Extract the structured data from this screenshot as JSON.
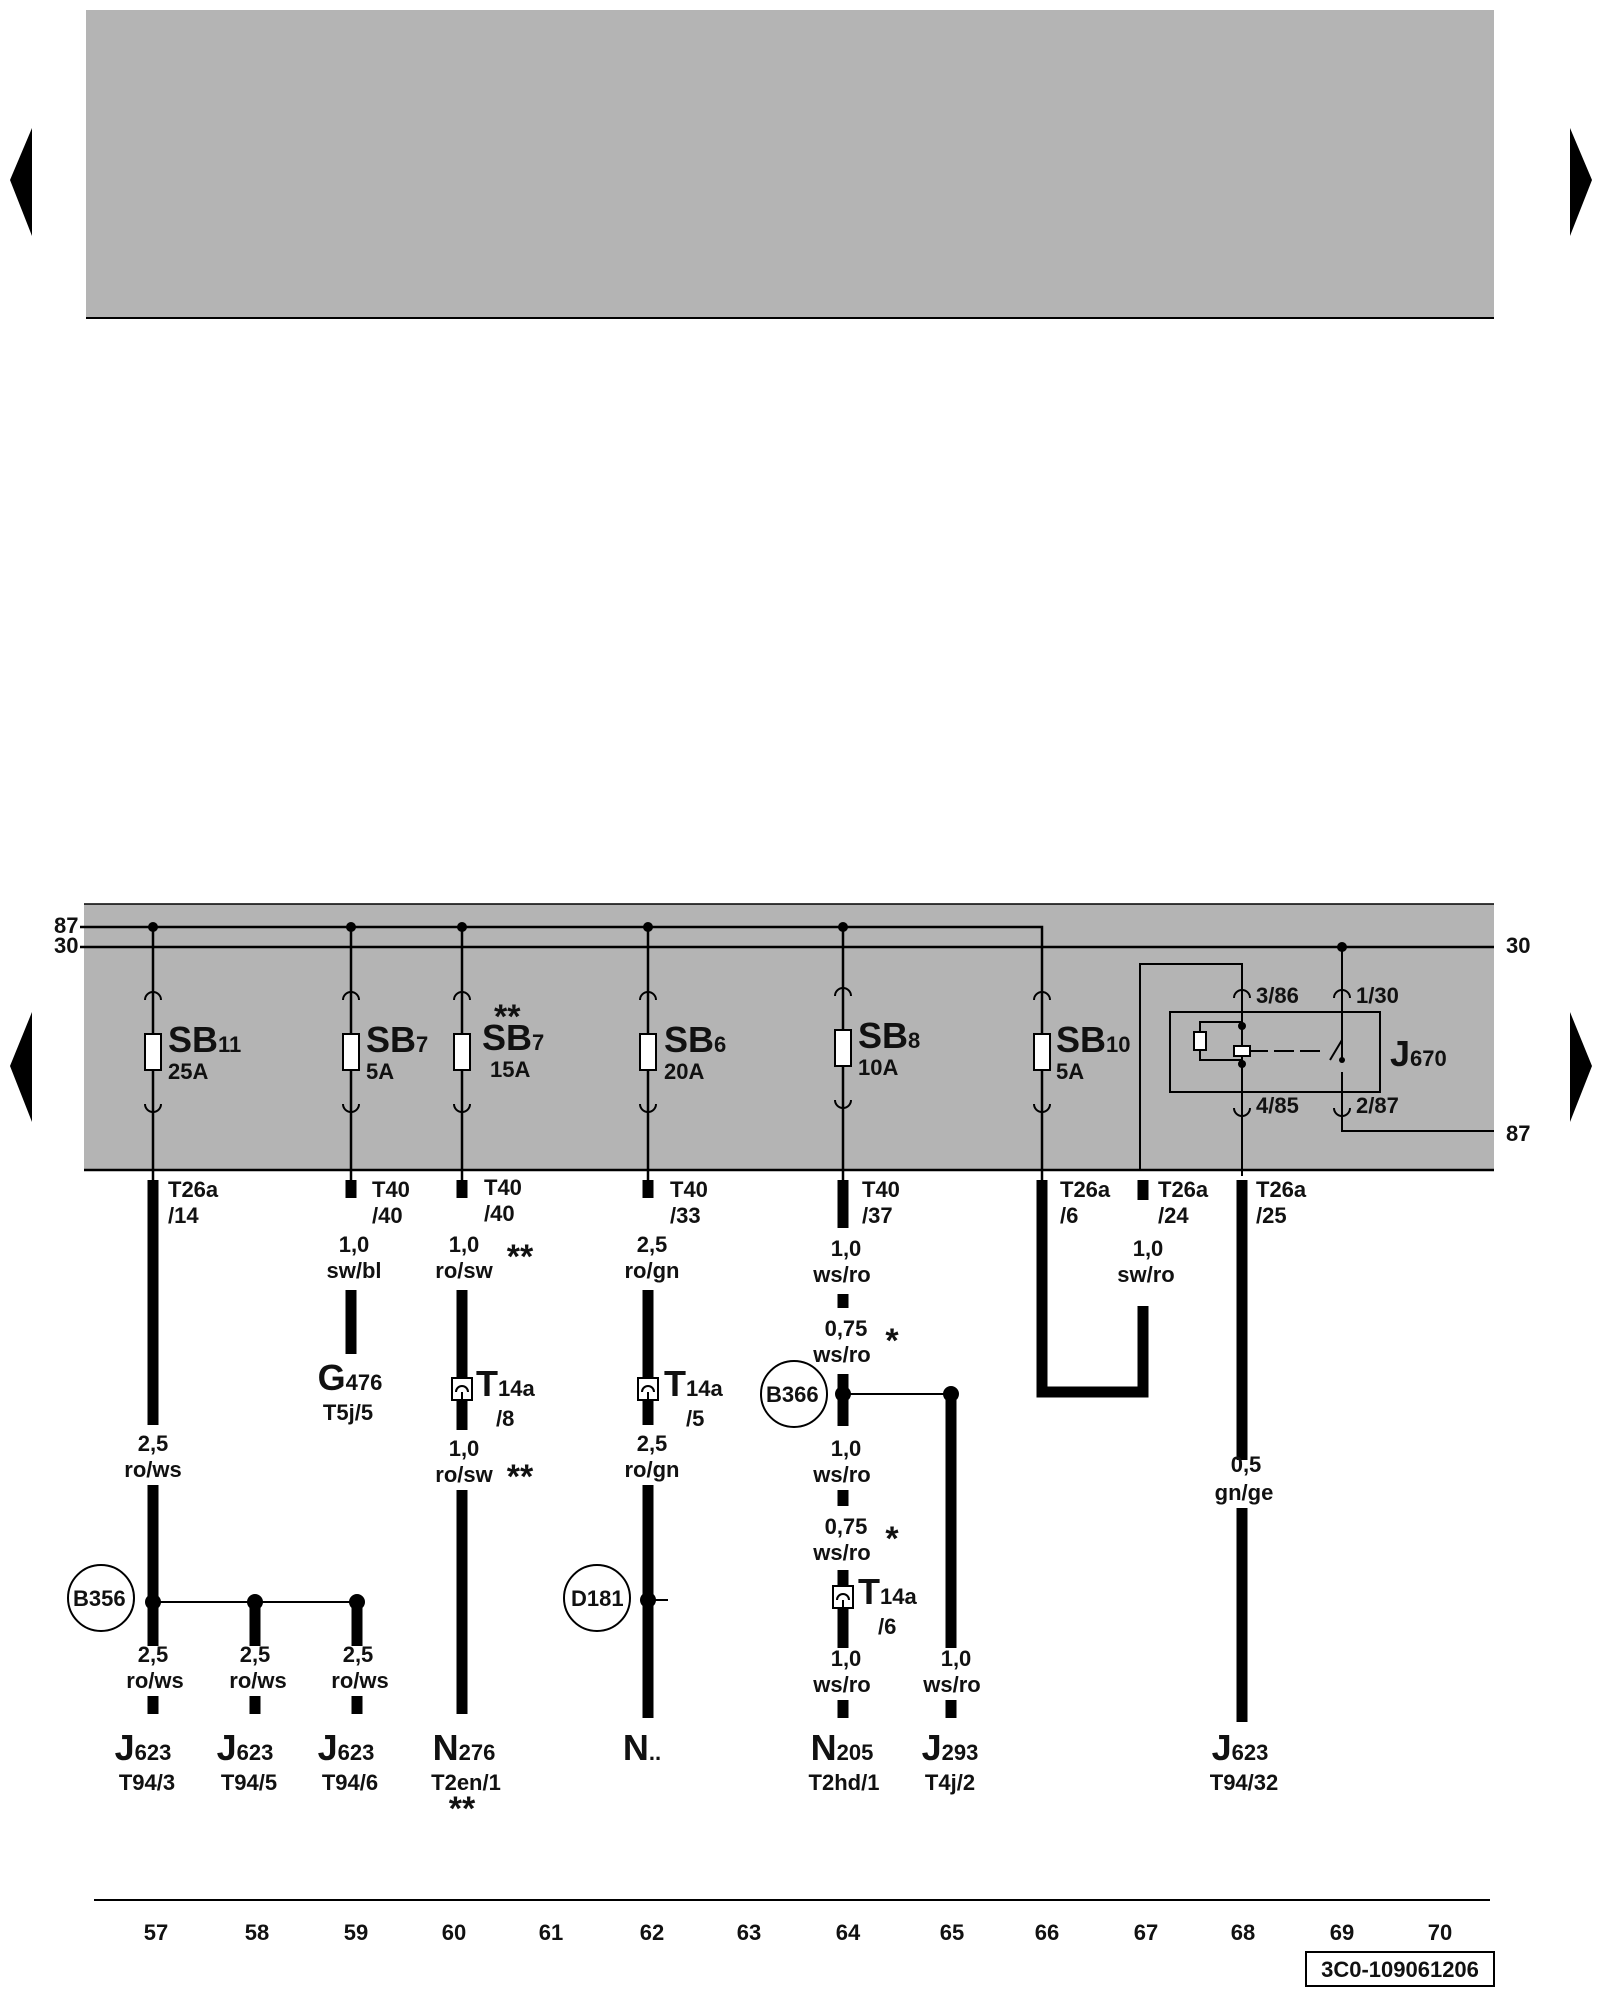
{
  "navigation": {
    "prev_arrow_icon": "triangle-left",
    "next_arrow_icon": "triangle-right"
  },
  "rails": {
    "r87_left": "87",
    "r30_left": "30",
    "r30_right": "30",
    "r87_right": "87"
  },
  "fuses": [
    {
      "name": "SB",
      "sub": "11",
      "amp": "25A"
    },
    {
      "name": "SB",
      "sub": "7",
      "amp": "5A"
    },
    {
      "name": "SB",
      "sub": "7",
      "amp": "15A",
      "mark": "**"
    },
    {
      "name": "SB",
      "sub": "6",
      "amp": "20A"
    },
    {
      "name": "SB",
      "sub": "8",
      "amp": "10A"
    },
    {
      "name": "SB",
      "sub": "10",
      "amp": "5A"
    }
  ],
  "relay": {
    "name": "J",
    "sub": "670",
    "pin86": "3/86",
    "pin30": "1/30",
    "pin85": "4/85",
    "pin87": "2/87"
  },
  "connectors": {
    "c57_a": "T26a",
    "c57_b": "/14",
    "c59_a": "T40",
    "c59_b": "/40",
    "c60_a": "T40",
    "c60_b": "/40",
    "c62_a": "T40",
    "c62_b": "/33",
    "c64_a": "T40",
    "c64_b": "/37",
    "c66_a": "T26a",
    "c66_b": "/6",
    "c67_a": "T26a",
    "c67_b": "/24",
    "c68_a": "T26a",
    "c68_b": "/25"
  },
  "wires": {
    "w59_size": "1,0",
    "w59_color": "sw/bl",
    "w60a_size": "1,0",
    "w60a_color": "ro/sw",
    "w60a_mark": "**",
    "w62a_size": "2,5",
    "w62a_color": "ro/gn",
    "w64a_size": "1,0",
    "w64a_color": "ws/ro",
    "w64b_size": "0,75",
    "w64b_color": "ws/ro",
    "w64b_mark": "*",
    "w67_size": "1,0",
    "w67_color": "sw/ro",
    "w57_size": "2,5",
    "w57_color": "ro/ws",
    "w60b_size": "1,0",
    "w60b_color": "ro/sw",
    "w60b_mark": "**",
    "w62b_size": "2,5",
    "w62b_color": "ro/gn",
    "w64c_size": "1,0",
    "w64c_color": "ws/ro",
    "w64d_size": "0,75",
    "w64d_color": "ws/ro",
    "w64d_mark": "*",
    "w68_size": "0,5",
    "w68_color": "gn/ge",
    "w57b_size": "2,5",
    "w57b_color": "ro/ws",
    "w58_size": "2,5",
    "w58_color": "ro/ws",
    "w59b_size": "2,5",
    "w59b_color": "ro/ws",
    "w64e_size": "1,0",
    "w64e_color": "ws/ro",
    "w65_size": "1,0",
    "w65_color": "ws/ro"
  },
  "inline_connectors": {
    "t60_name": "T",
    "t60_sub": "14a",
    "t60_pin": "/8",
    "t62_name": "T",
    "t62_sub": "14a",
    "t62_pin": "/5",
    "t64_name": "T",
    "t64_sub": "14a",
    "t64_pin": "/6"
  },
  "junctions": {
    "b356": "B356",
    "d181": "D181",
    "b366": "B366"
  },
  "components": [
    {
      "id": "g476",
      "letter": "G",
      "sub": "476",
      "pin": "T5j/5"
    },
    {
      "id": "j623a",
      "letter": "J",
      "sub": "623",
      "pin": "T94/3"
    },
    {
      "id": "j623b",
      "letter": "J",
      "sub": "623",
      "pin": "T94/5"
    },
    {
      "id": "j623c",
      "letter": "J",
      "sub": "623",
      "pin": "T94/6"
    },
    {
      "id": "n276",
      "letter": "N",
      "sub": "276",
      "pin": "T2en/1",
      "mark": "**"
    },
    {
      "id": "ndots",
      "letter": "N",
      "sub": "..",
      "pin": ""
    },
    {
      "id": "n205",
      "letter": "N",
      "sub": "205",
      "pin": "T2hd/1"
    },
    {
      "id": "j293",
      "letter": "J",
      "sub": "293",
      "pin": "T4j/2"
    },
    {
      "id": "j623d",
      "letter": "J",
      "sub": "623",
      "pin": "T94/32"
    }
  ],
  "columns": [
    "57",
    "58",
    "59",
    "60",
    "61",
    "62",
    "63",
    "64",
    "65",
    "66",
    "67",
    "68",
    "69",
    "70"
  ],
  "diagram_code": "3C0-109061206",
  "colors": {
    "panel": "#b4b4b4",
    "ink": "#000000",
    "background": "#ffffff"
  }
}
